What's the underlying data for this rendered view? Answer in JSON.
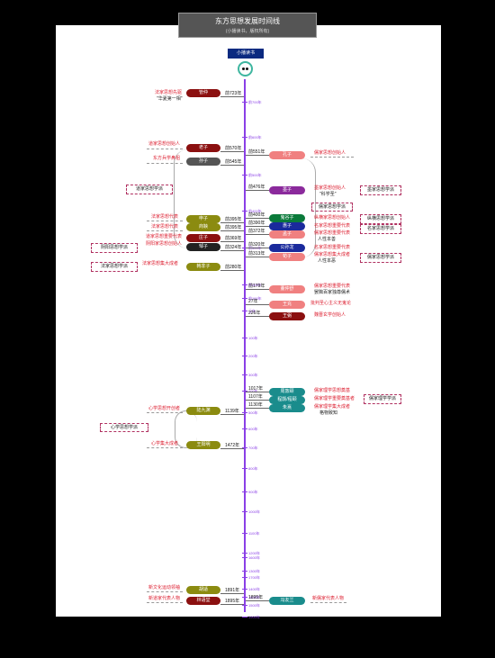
{
  "header": {
    "title": "东方思想发展时间线",
    "subtitle": "(小播读书，版权所有)"
  },
  "brand": {
    "label": "小播读书"
  },
  "colors": {
    "axis": "#8a3fe6",
    "red": "#d23"
  },
  "centuries": [
    "前700年",
    "前600年",
    "前500年",
    "前400年",
    "前300年",
    "前200年",
    "前100年",
    "元年",
    "100年",
    "200年",
    "300年",
    "400年",
    "500年",
    "600年",
    "700年",
    "800年",
    "900年",
    "1000年",
    "1100年",
    "1200年",
    "1300年",
    "1400年",
    "1500年",
    "1600年",
    "1700年",
    "1800年",
    "1900年"
  ],
  "left_nodes": [
    {
      "name": "管仲",
      "year": "前723年",
      "color": "#8b1010"
    },
    {
      "name": "老子",
      "year": "前570年",
      "color": "#8b1010"
    },
    {
      "name": "孙子",
      "year": "前545年",
      "color": "#555555"
    },
    {
      "name": "申子",
      "year": "前395年",
      "color": "#8b8b10"
    },
    {
      "name": "商鞅",
      "year": "前395年",
      "color": "#8b8b10"
    },
    {
      "name": "庄子",
      "year": "前369年",
      "color": "#8b1010"
    },
    {
      "name": "邹子",
      "year": "前324年",
      "color": "#222222"
    },
    {
      "name": "韩非子",
      "year": "前280年",
      "color": "#8b8b10"
    },
    {
      "name": "陆九渊",
      "year": "1139年",
      "color": "#8b8b10"
    },
    {
      "name": "王阳明",
      "year": "1472年",
      "color": "#8b8b10"
    },
    {
      "name": "胡适",
      "year": "1891年",
      "color": "#8b8b10"
    },
    {
      "name": "林语堂",
      "year": "1895年",
      "color": "#8b1010"
    }
  ],
  "right_nodes": [
    {
      "name": "孔子",
      "year": "前551年",
      "color": "#f08080"
    },
    {
      "name": "墨子",
      "year": "前476年",
      "color": "#8b2a9c"
    },
    {
      "name": "鬼谷子",
      "year": "前400年",
      "color": "#0a7a3a"
    },
    {
      "name": "惠子",
      "year": "前390年",
      "color": "#1a2a9c"
    },
    {
      "name": "孟子",
      "year": "前372年",
      "color": "#f08080"
    },
    {
      "name": "公孙龙",
      "year": "前320年",
      "color": "#1a2a9c"
    },
    {
      "name": "荀子",
      "year": "前313年",
      "color": "#f08080"
    },
    {
      "name": "董仲舒",
      "year": "前179年",
      "color": "#f08080"
    },
    {
      "name": "王充",
      "year": "27年",
      "color": "#f08080"
    },
    {
      "name": "王弼",
      "year": "226年",
      "color": "#8b1010"
    },
    {
      "name": "周敦颐",
      "year": "1017年",
      "color": "#1a8c8c"
    },
    {
      "name": "程颢/程颐",
      "year": "1107年",
      "color": "#1a8c8c"
    },
    {
      "name": "朱熹",
      "year": "1130年",
      "color": "#1a8c8c"
    },
    {
      "name": "冯友兰",
      "year": "1895年",
      "color": "#1a8c8c"
    }
  ],
  "left_notes": {
    "n0a": "法家思想先驱",
    "n0b": "\"华夏第一相\"",
    "n1": "道家思想创始人",
    "n2": "东方兵学鼻祖",
    "n3": "法家思想代表",
    "n4": "法家思想代表",
    "n5": "道家思想重要代表",
    "n6": "阴阳家思想创始人",
    "n7": "法家思想集大成者",
    "n8": "心学思想开创者",
    "n9": "心学集大成者",
    "n10": "新文化运动领袖",
    "n11": "新道家代表人物"
  },
  "right_notes": {
    "n0": "儒家思想创始人",
    "n1a": "墨家思想创始人",
    "n1b": "\"科学圣\"",
    "n2": "儒家思想学派",
    "n3": "纵横家思想创始人",
    "n4": "名家思想重要代表",
    "n5a": "儒家思想重要代表",
    "n5b": "人性本善",
    "n6": "名家思想重要代表",
    "n7a": "儒家思想集大成者",
    "n7b": "人性本恶",
    "n8a": "儒家思想重要代表",
    "n8b": "罢黜百家独尊儒术",
    "n9": "批判圣心主义无鬼论",
    "n10": "魏晋玄学创始人",
    "n11": "儒家理学思想奠基",
    "n12": "儒家理学重要奠基者",
    "n13a": "儒家理学集大成者",
    "n13b": "格物致知",
    "n14": "新儒家代表人物"
  },
  "school_boxes": {
    "daojia": "道家思想学派",
    "mojia": "墨家思想学派",
    "rujia": "儒家思想学派",
    "zongheng": "纵横思想学派",
    "mingjia": "名家思想学派",
    "yinyang": "阴阳思想学派",
    "fajia": "法家思想学派",
    "lixue": "儒家理学学派",
    "xinxue": "心学思想学派"
  }
}
